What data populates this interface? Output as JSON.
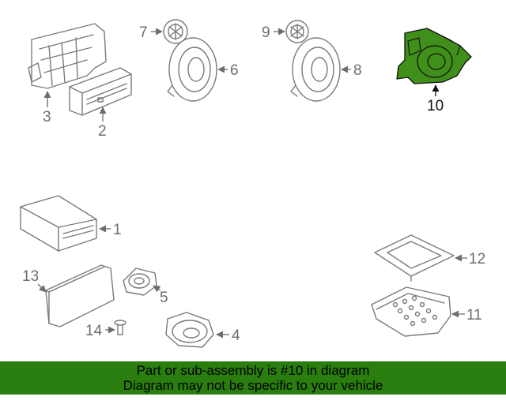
{
  "colors": {
    "banner_bg": "#2a7d0f",
    "highlight_fill": "#3f8f1a",
    "line_gray": "#7a7a7a",
    "text_gray": "#6d6d6d"
  },
  "highlighted_part": "10",
  "callouts": {
    "c1": "1",
    "c2": "2",
    "c3": "3",
    "c4": "4",
    "c5": "5",
    "c6": "6",
    "c7": "7",
    "c8": "8",
    "c9": "9",
    "c10": "10",
    "c11": "11",
    "c12": "12",
    "c13": "13",
    "c14": "14"
  },
  "banner": {
    "line1": "Part or sub-assembly is #10 in diagram",
    "line2": "Diagram may not be specific to your vehicle"
  }
}
